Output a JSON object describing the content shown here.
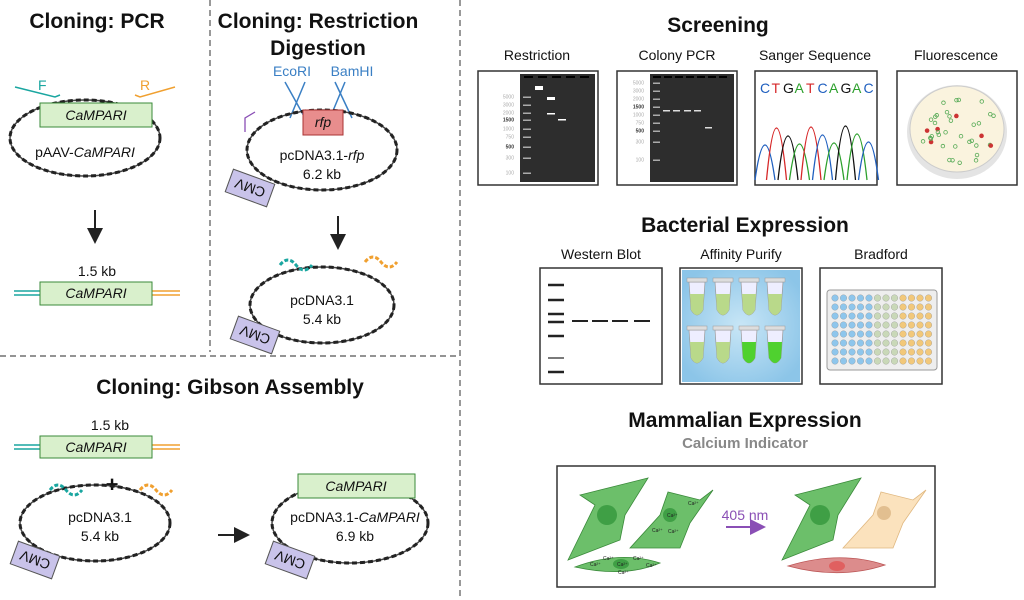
{
  "pcr": {
    "title": "Cloning: PCR",
    "forward": "F",
    "reverse": "R",
    "insert": "CaMPARI",
    "plasmid": "pAAV-",
    "plasmid_italic": "CaMPARI",
    "product_size": "1.5 kb",
    "product_label": "CaMPARI"
  },
  "restriction": {
    "title_line1": "Cloning: Restriction",
    "title_line2": "Digestion",
    "enzyme1": "EcoRI",
    "enzyme2": "BamHI",
    "insert": "rfp",
    "plasmid": "pcDNA3.1-",
    "plasmid_italic": "rfp",
    "size": "6.2 kb",
    "promoter": "CMV",
    "product_plasmid": "pcDNA3.1",
    "product_size": "5.4 kb"
  },
  "gibson": {
    "title": "Cloning: Gibson Assembly",
    "insert_size": "1.5 kb",
    "insert": "CaMPARI",
    "plus": "+",
    "vector": "pcDNA3.1",
    "vector_size": "5.4 kb",
    "promoter": "CMV",
    "product_insert": "CaMPARI",
    "product_plasmid": "pcDNA3.1-",
    "product_plasmid_italic": "CaMPARI",
    "product_size": "6.9 kb"
  },
  "screening": {
    "title": "Screening",
    "panels": [
      "Restriction",
      "Colony PCR",
      "Sanger Sequence",
      "Fluorescence"
    ],
    "ladder1": [
      "5000",
      "3000",
      "2000",
      "1500",
      "1000",
      "750",
      "500",
      "300",
      "100"
    ],
    "ladder2": [
      "5000",
      "3000",
      "2000",
      "1500",
      "1000",
      "750",
      "500",
      "300",
      "100"
    ],
    "sequence": [
      "C",
      "T",
      "G",
      "A",
      "T",
      "C",
      "A",
      "G",
      "A",
      "C"
    ]
  },
  "bacterial": {
    "title": "Bacterial Expression",
    "panels": [
      "Western Blot",
      "Affinity Purify",
      "Bradford"
    ]
  },
  "mammalian": {
    "title": "Mammalian Expression",
    "subtitle": "Calcium Indicator",
    "wavelength": "405 nm",
    "ion": "Ca²⁺"
  },
  "colors": {
    "green_box": "#d9f0cc",
    "rfp_box": "#e88d8d",
    "cmv_box": "#c9c3ea",
    "teal": "#1aa6a0",
    "orange": "#f0a030",
    "blue_label": "#3a7fc4",
    "purple": "#8a4fb5",
    "cell_green": "#6cbf6a",
    "cell_red": "#dc8c8c",
    "cell_beige": "#fbe2bd"
  }
}
